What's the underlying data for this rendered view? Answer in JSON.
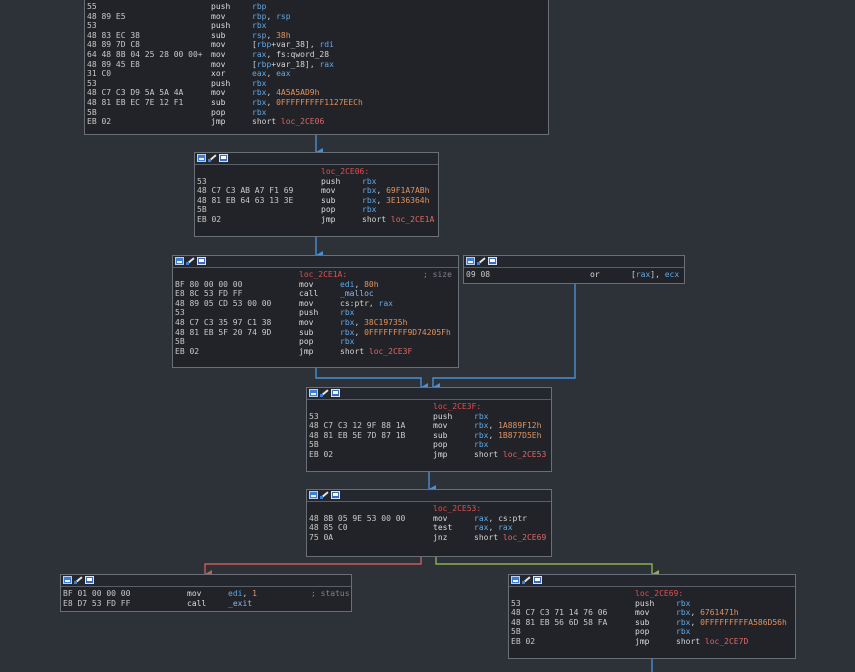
{
  "colors": {
    "background": "#2d3138",
    "node_bg": "#212328",
    "edge_unconditional": "#4a8fd6",
    "edge_false": "#c95b5b",
    "edge_true": "#8bb04e",
    "register": "#5fa8e8",
    "number": "#e0925f",
    "label": "#e06666"
  },
  "header_icons": [
    "graph-view-icon",
    "edit-pencil-icon",
    "screen-icon"
  ],
  "nodes": [
    {
      "id": "n0",
      "header": false,
      "lines": [
        {
          "b": "55",
          "m": "push",
          "o": [
            [
              "reg",
              "rbp"
            ]
          ]
        },
        {
          "b": "48 89 E5",
          "m": "mov",
          "o": [
            [
              "reg",
              "rbp"
            ],
            [
              "plain",
              ", "
            ],
            [
              "reg",
              "rsp"
            ]
          ]
        },
        {
          "b": "53",
          "m": "push",
          "o": [
            [
              "reg",
              "rbx"
            ]
          ]
        },
        {
          "b": "48 83 EC 38",
          "m": "sub",
          "o": [
            [
              "reg",
              "rsp"
            ],
            [
              "plain",
              ", "
            ],
            [
              "num",
              "38h"
            ]
          ]
        },
        {
          "b": "48 89 7D C8",
          "m": "mov",
          "o": [
            [
              "plain",
              "["
            ],
            [
              "reg",
              "rbp"
            ],
            [
              "plain",
              "+var_38], "
            ],
            [
              "reg",
              "rdi"
            ]
          ]
        },
        {
          "b": "64 48 8B 04 25 28 00 00+",
          "m": "mov",
          "o": [
            [
              "reg",
              "rax"
            ],
            [
              "plain",
              ", fs:qword_28"
            ]
          ]
        },
        {
          "b": "48 89 45 E8",
          "m": "mov",
          "o": [
            [
              "plain",
              "["
            ],
            [
              "reg",
              "rbp"
            ],
            [
              "plain",
              "+var_18], "
            ],
            [
              "reg",
              "rax"
            ]
          ]
        },
        {
          "b": "31 C0",
          "m": "xor",
          "o": [
            [
              "reg",
              "eax"
            ],
            [
              "plain",
              ", "
            ],
            [
              "reg",
              "eax"
            ]
          ]
        },
        {
          "b": "53",
          "m": "push",
          "o": [
            [
              "reg",
              "rbx"
            ]
          ]
        },
        {
          "b": "48 C7 C3 D9 5A 5A 4A",
          "m": "mov",
          "o": [
            [
              "reg",
              "rbx"
            ],
            [
              "plain",
              ", "
            ],
            [
              "num",
              "4A5A5AD9h"
            ]
          ]
        },
        {
          "b": "48 81 EB EC 7E 12 F1",
          "m": "sub",
          "o": [
            [
              "reg",
              "rbx"
            ],
            [
              "plain",
              ", "
            ],
            [
              "num",
              "0FFFFFFFFF1127EECh"
            ]
          ]
        },
        {
          "b": "5B",
          "m": "pop",
          "o": [
            [
              "reg",
              "rbx"
            ]
          ]
        },
        {
          "b": "EB 02",
          "m": "jmp",
          "o": [
            [
              "plain",
              "short "
            ],
            [
              "lbl",
              "loc_2CE06"
            ]
          ]
        }
      ]
    },
    {
      "id": "n1",
      "header": true,
      "label": "loc_2CE06:",
      "lines": [
        {
          "b": "53",
          "m": "push",
          "o": [
            [
              "reg",
              "rbx"
            ]
          ]
        },
        {
          "b": "48 C7 C3 AB A7 F1 69",
          "m": "mov",
          "o": [
            [
              "reg",
              "rbx"
            ],
            [
              "plain",
              ", "
            ],
            [
              "num",
              "69F1A7ABh"
            ]
          ]
        },
        {
          "b": "48 81 EB 64 63 13 3E",
          "m": "sub",
          "o": [
            [
              "reg",
              "rbx"
            ],
            [
              "plain",
              ", "
            ],
            [
              "num",
              "3E136364h"
            ]
          ]
        },
        {
          "b": "5B",
          "m": "pop",
          "o": [
            [
              "reg",
              "rbx"
            ]
          ]
        },
        {
          "b": "EB 02",
          "m": "jmp",
          "o": [
            [
              "plain",
              "short "
            ],
            [
              "lbl",
              "loc_2CE1A"
            ]
          ]
        }
      ]
    },
    {
      "id": "n2",
      "header": true,
      "label": "loc_2CE1A:",
      "label_comment": "; size",
      "lines": [
        {
          "b": "BF 80 00 00 00",
          "m": "mov",
          "o": [
            [
              "reg",
              "edi"
            ],
            [
              "plain",
              ", "
            ],
            [
              "num",
              "80h"
            ]
          ]
        },
        {
          "b": "E8 8C 53 FD FF",
          "m": "call",
          "o": [
            [
              "func",
              "_malloc"
            ]
          ]
        },
        {
          "b": "48 89 05 CD 53 00 00",
          "m": "mov",
          "o": [
            [
              "plain",
              "cs:ptr, "
            ],
            [
              "reg",
              "rax"
            ]
          ]
        },
        {
          "b": "53",
          "m": "push",
          "o": [
            [
              "reg",
              "rbx"
            ]
          ]
        },
        {
          "b": "48 C7 C3 35 97 C1 38",
          "m": "mov",
          "o": [
            [
              "reg",
              "rbx"
            ],
            [
              "plain",
              ", "
            ],
            [
              "num",
              "38C19735h"
            ]
          ]
        },
        {
          "b": "48 81 EB 5F 20 74 9D",
          "m": "sub",
          "o": [
            [
              "reg",
              "rbx"
            ],
            [
              "plain",
              ", "
            ],
            [
              "num",
              "0FFFFFFFF9D74205Fh"
            ]
          ]
        },
        {
          "b": "5B",
          "m": "pop",
          "o": [
            [
              "reg",
              "rbx"
            ]
          ]
        },
        {
          "b": "EB 02",
          "m": "jmp",
          "o": [
            [
              "plain",
              "short "
            ],
            [
              "lbl",
              "loc_2CE3F"
            ]
          ]
        }
      ]
    },
    {
      "id": "n3",
      "header": true,
      "lines": [
        {
          "b": "09 08",
          "m": "or",
          "o": [
            [
              "plain",
              "["
            ],
            [
              "reg",
              "rax"
            ],
            [
              "plain",
              "], "
            ],
            [
              "reg",
              "ecx"
            ]
          ]
        }
      ]
    },
    {
      "id": "n4",
      "header": true,
      "label": "loc_2CE3F:",
      "lines": [
        {
          "b": "53",
          "m": "push",
          "o": [
            [
              "reg",
              "rbx"
            ]
          ]
        },
        {
          "b": "48 C7 C3 12 9F 88 1A",
          "m": "mov",
          "o": [
            [
              "reg",
              "rbx"
            ],
            [
              "plain",
              ", "
            ],
            [
              "num",
              "1A889F12h"
            ]
          ]
        },
        {
          "b": "48 81 EB 5E 7D 87 1B",
          "m": "sub",
          "o": [
            [
              "reg",
              "rbx"
            ],
            [
              "plain",
              ", "
            ],
            [
              "num",
              "1B877D5Eh"
            ]
          ]
        },
        {
          "b": "5B",
          "m": "pop",
          "o": [
            [
              "reg",
              "rbx"
            ]
          ]
        },
        {
          "b": "EB 02",
          "m": "jmp",
          "o": [
            [
              "plain",
              "short "
            ],
            [
              "lbl",
              "loc_2CE53"
            ]
          ]
        }
      ]
    },
    {
      "id": "n5",
      "header": true,
      "label": "loc_2CE53:",
      "lines": [
        {
          "b": "48 8B 05 9E 53 00 00",
          "m": "mov",
          "o": [
            [
              "reg",
              "rax"
            ],
            [
              "plain",
              ", cs:ptr"
            ]
          ]
        },
        {
          "b": "48 85 C0",
          "m": "test",
          "o": [
            [
              "reg",
              "rax"
            ],
            [
              "plain",
              ", "
            ],
            [
              "reg",
              "rax"
            ]
          ]
        },
        {
          "b": "75 0A",
          "m": "jnz",
          "o": [
            [
              "plain",
              "short "
            ],
            [
              "lbl",
              "loc_2CE69"
            ]
          ]
        }
      ]
    },
    {
      "id": "n6",
      "header": true,
      "lines": [
        {
          "b": "BF 01 00 00 00",
          "m": "mov",
          "o": [
            [
              "reg",
              "edi"
            ],
            [
              "plain",
              ", "
            ],
            [
              "num",
              "1"
            ]
          ],
          "c": "; status"
        },
        {
          "b": "E8 D7 53 FD FF",
          "m": "call",
          "o": [
            [
              "func",
              "_exit"
            ]
          ]
        }
      ]
    },
    {
      "id": "n7",
      "header": true,
      "label": "loc_2CE69:",
      "lines": [
        {
          "b": "53",
          "m": "push",
          "o": [
            [
              "reg",
              "rbx"
            ]
          ]
        },
        {
          "b": "48 C7 C3 71 14 76 06",
          "m": "mov",
          "o": [
            [
              "reg",
              "rbx"
            ],
            [
              "plain",
              ", "
            ],
            [
              "num",
              "6761471h"
            ]
          ]
        },
        {
          "b": "48 81 EB 56 6D 58 FA",
          "m": "sub",
          "o": [
            [
              "reg",
              "rbx"
            ],
            [
              "plain",
              ", "
            ],
            [
              "num",
              "0FFFFFFFFFA586D56h"
            ]
          ]
        },
        {
          "b": "5B",
          "m": "pop",
          "o": [
            [
              "reg",
              "rbx"
            ]
          ]
        },
        {
          "b": "EB 02",
          "m": "jmp",
          "o": [
            [
              "plain",
              "short "
            ],
            [
              "lbl",
              "loc_2CE7D"
            ]
          ]
        }
      ]
    }
  ]
}
